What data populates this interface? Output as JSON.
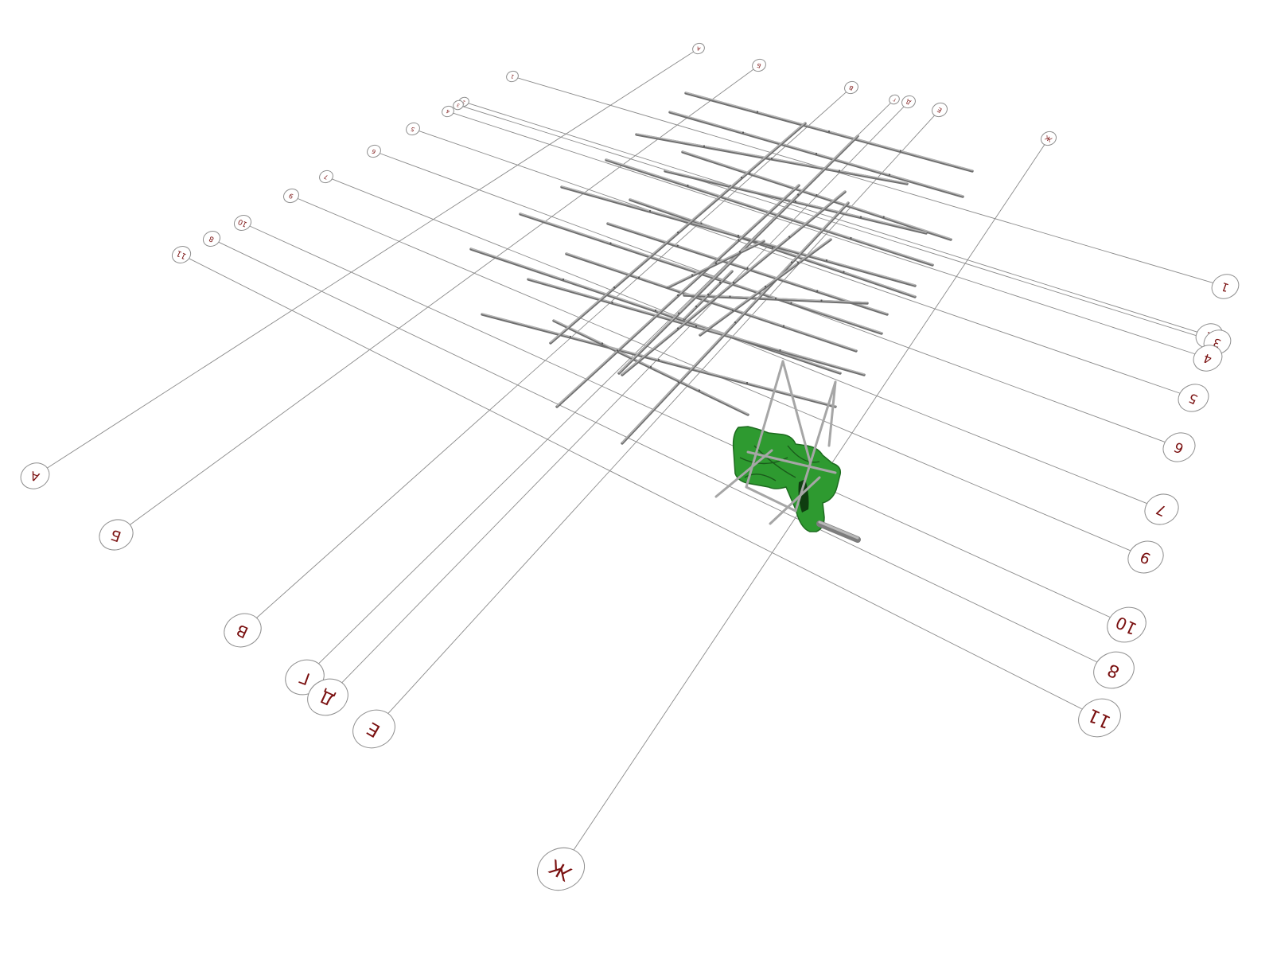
{
  "diagram": {
    "grid_axes_letters": [
      "А",
      "Б",
      "В",
      "Г",
      "Д",
      "Е",
      "Ж"
    ],
    "grid_axes_numbers": [
      "1",
      "2",
      "3",
      "4",
      "5",
      "6",
      "7",
      "9",
      "10",
      "8",
      "11"
    ]
  },
  "colors": {
    "background": "#ffffff",
    "grid_line": "#8a8a8a",
    "bubble_text": "#7a1010",
    "pipe": "#b4b4b4",
    "equipment_green": "#2e9a30",
    "equipment_dark": "#1d6b1f"
  }
}
